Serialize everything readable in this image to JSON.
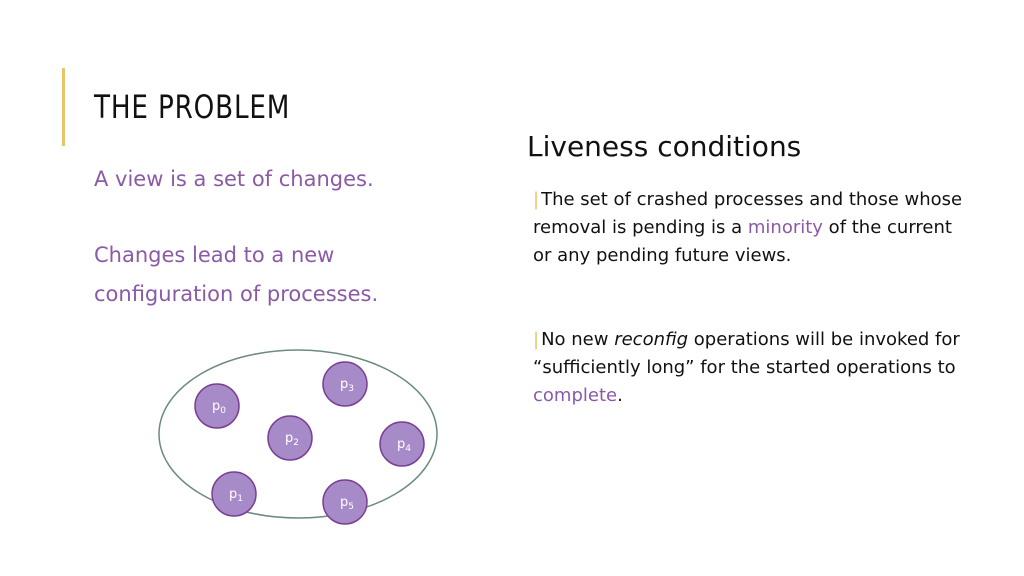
{
  "title": "THE PROBLEM",
  "left": {
    "line1": "A view is a set of changes.",
    "line2": "Changes lead to a new",
    "line3": "configuration of processes."
  },
  "right": {
    "heading": "Liveness conditions",
    "bullet1": {
      "pre": "The set of crashed processes and those whose removal is pending is a ",
      "highlight": "minority",
      "post": " of the current or any pending future views."
    },
    "bullet2": {
      "pre": "No new ",
      "italic": "reconfig",
      "mid": " operations will be invoked for “sufficiently long” for the started operations to ",
      "highlight": "complete",
      "post": "."
    }
  },
  "processes": [
    {
      "base": "p",
      "sub": "0"
    },
    {
      "base": "p",
      "sub": "1"
    },
    {
      "base": "p",
      "sub": "2"
    },
    {
      "base": "p",
      "sub": "3"
    },
    {
      "base": "p",
      "sub": "4"
    },
    {
      "base": "p",
      "sub": "5"
    }
  ],
  "colors": {
    "accent": "#e9c46a",
    "purple_text": "#8b5aa7",
    "node_fill": "#a78bc9",
    "node_stroke": "#7a3f93",
    "ellipse_stroke": "#6b8b7b"
  }
}
